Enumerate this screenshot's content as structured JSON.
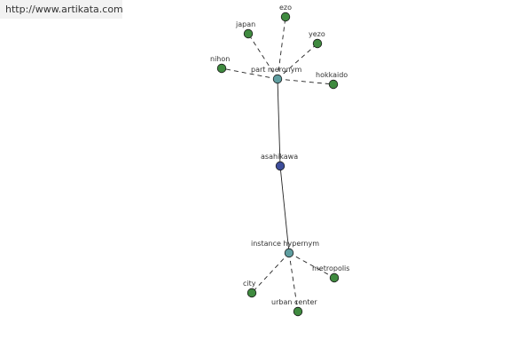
{
  "watermark": {
    "text": "http://www.artikata.com"
  },
  "graph": {
    "nodes": [
      {
        "id": "asahikawa",
        "label": "asahikawa",
        "kind": "center"
      },
      {
        "id": "part_meronym",
        "label": "part meronym",
        "kind": "relation"
      },
      {
        "id": "instance_hypernym",
        "label": "instance hypernym",
        "kind": "relation"
      },
      {
        "id": "ezo",
        "label": "ezo",
        "kind": "leaf"
      },
      {
        "id": "japan",
        "label": "japan",
        "kind": "leaf"
      },
      {
        "id": "yezo",
        "label": "yezo",
        "kind": "leaf"
      },
      {
        "id": "nihon",
        "label": "nihon",
        "kind": "leaf"
      },
      {
        "id": "hokkaido",
        "label": "hokkaido",
        "kind": "leaf"
      },
      {
        "id": "metropolis",
        "label": "metropolis",
        "kind": "leaf"
      },
      {
        "id": "city",
        "label": "city",
        "kind": "leaf"
      },
      {
        "id": "urban_center",
        "label": "urban center",
        "kind": "leaf"
      }
    ],
    "edges": [
      {
        "from": "asahikawa",
        "to": "part_meronym",
        "style": "solid"
      },
      {
        "from": "asahikawa",
        "to": "instance_hypernym",
        "style": "solid"
      },
      {
        "from": "part_meronym",
        "to": "ezo",
        "style": "dashed"
      },
      {
        "from": "part_meronym",
        "to": "japan",
        "style": "dashed"
      },
      {
        "from": "part_meronym",
        "to": "yezo",
        "style": "dashed"
      },
      {
        "from": "part_meronym",
        "to": "nihon",
        "style": "dashed"
      },
      {
        "from": "part_meronym",
        "to": "hokkaido",
        "style": "dashed"
      },
      {
        "from": "instance_hypernym",
        "to": "metropolis",
        "style": "dashed"
      },
      {
        "from": "instance_hypernym",
        "to": "city",
        "style": "dashed"
      },
      {
        "from": "instance_hypernym",
        "to": "urban_center",
        "style": "dashed"
      }
    ]
  },
  "colors": {
    "center": "#3d4d9a",
    "relation": "#5f9ea0",
    "leaf": "#3f8a3f",
    "edge": "#222222"
  }
}
